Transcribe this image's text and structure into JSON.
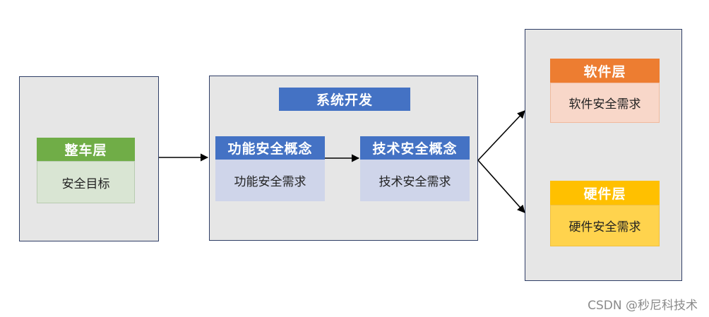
{
  "vehicle_level": {
    "header": "整车层",
    "body": "安全目标",
    "header_color": "#70ad47",
    "body_color": "#d9e5d3"
  },
  "system_dev": {
    "title": "系统开发",
    "title_color": "#4472c4",
    "functional": {
      "header": "功能安全概念",
      "body": "功能安全需求"
    },
    "technical": {
      "header": "技术安全概念",
      "body": "技术安全需求"
    },
    "header_color": "#4472c4",
    "body_color": "#cfd5ea"
  },
  "software_level": {
    "header": "软件层",
    "body": "软件安全需求",
    "header_color": "#ed7d31",
    "body_color": "#f8d7c9"
  },
  "hardware_level": {
    "header": "硬件层",
    "body": "硬件安全需求",
    "header_color": "#ffc000",
    "body_color": "#ffd34d"
  },
  "watermark": "CSDN @秒尼科技术"
}
